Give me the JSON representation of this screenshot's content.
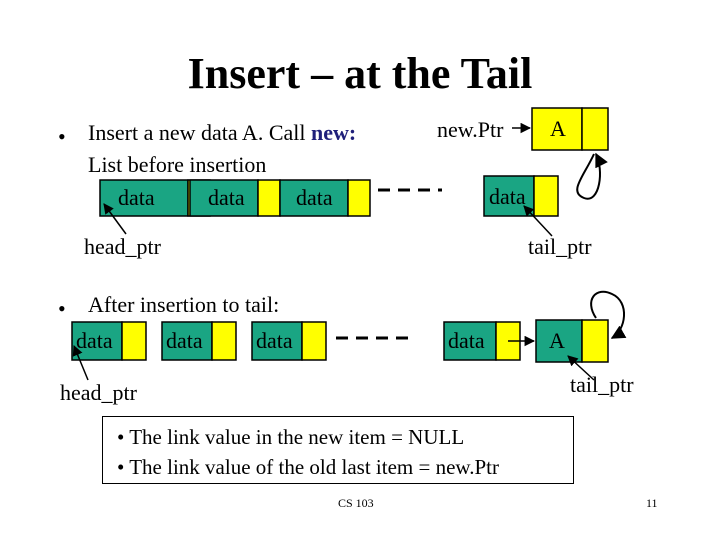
{
  "title": "Insert – at the Tail",
  "bullets": {
    "b1_prefix": "Insert a new data A.  Call ",
    "b1_keyword": "new:",
    "b1_line2": "List before insertion",
    "b2": "After insertion to tail:"
  },
  "diagram_before": {
    "node_label": "data",
    "new_ptr_label": "new.Ptr",
    "new_node_label": "A",
    "head_label": "head_ptr",
    "tail_label": "tail_ptr"
  },
  "diagram_after": {
    "node_label": "data",
    "new_node_label": "A",
    "head_label": "head_ptr",
    "tail_label": "tail_ptr"
  },
  "notes": {
    "line1": "The link value in the new item = NULL",
    "line2": "The link value of the old last item = new.Ptr"
  },
  "footer": {
    "course": "CS 103",
    "page": "11"
  },
  "colors": {
    "node_fill": "#1aa583",
    "pointer_fill": "#ffff00",
    "stroke": "#000000"
  }
}
